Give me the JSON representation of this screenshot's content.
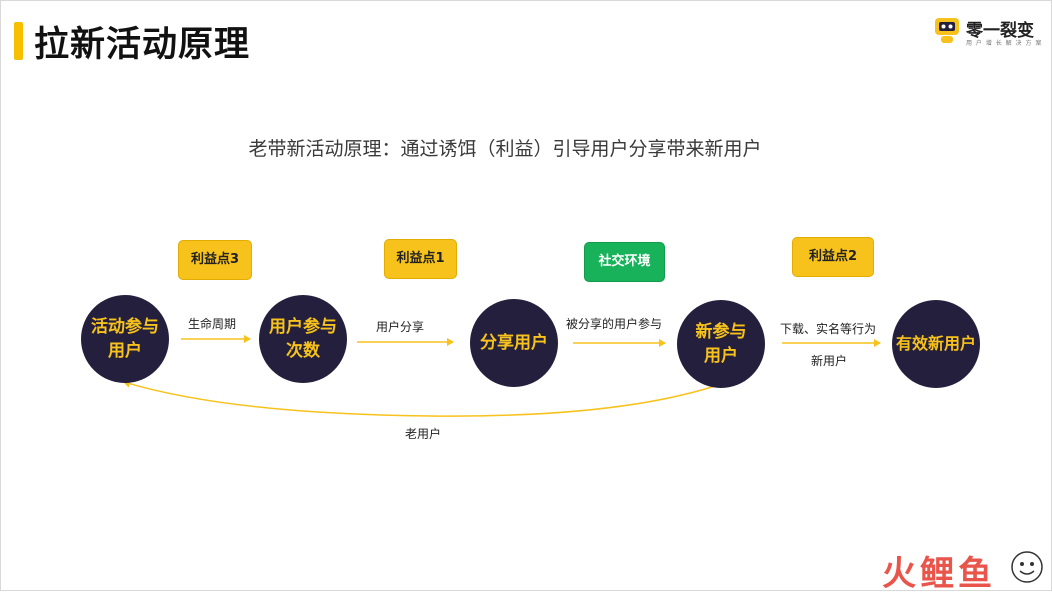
{
  "page": {
    "title": "拉新活动原理",
    "subtitle": "老带新活动原理：通过诱饵（利益）引导用户分享带来新用户"
  },
  "brand": {
    "name": "零一裂变",
    "tagline": "用 户 增 长 解 决 方 案",
    "accent_color": "#f7c21b"
  },
  "badges": [
    {
      "label": "利益点3",
      "color": "#f7c21b"
    },
    {
      "label": "利益点1",
      "color": "#f7c21b"
    },
    {
      "label": "社交环境",
      "color": "#17b25a"
    },
    {
      "label": "利益点2",
      "color": "#f7c21b"
    }
  ],
  "nodes": [
    {
      "lines": [
        "活动参与",
        "用户"
      ]
    },
    {
      "lines": [
        "用户参与",
        "次数"
      ]
    },
    {
      "lines": [
        "分享用户"
      ]
    },
    {
      "lines": [
        "新参与",
        "用户"
      ]
    },
    {
      "lines": [
        "有效新用户"
      ]
    }
  ],
  "edges": {
    "e1": "生命周期",
    "e2": "用户分享",
    "e3": "被分享的用户参与",
    "e4_top": "下载、实名等行为",
    "e4_bottom": "新用户",
    "loop": "老用户"
  },
  "watermark": {
    "text": "火鲤鱼"
  },
  "colors": {
    "node_fill": "#231f3d",
    "node_text": "#f7c21b",
    "arrow": "#f7c21b",
    "title_bar": "#f6c000"
  }
}
